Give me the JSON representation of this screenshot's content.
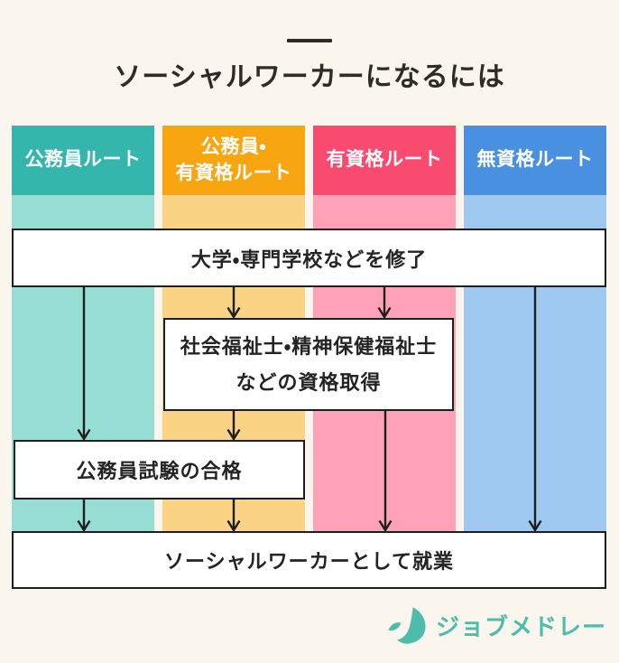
{
  "page": {
    "title": "ソーシャルワーカーになるには",
    "background_color": "#faf6ed"
  },
  "columns": [
    {
      "label": "公務員ルート",
      "header_color": "#35b6ac",
      "body_color": "#96ded3"
    },
    {
      "label": "公務員・\n有資格ルート",
      "header_color": "#f7a612",
      "body_color": "#fad384"
    },
    {
      "label": "有資格ルート",
      "header_color": "#f94a70",
      "body_color": "#ffa2b7"
    },
    {
      "label": "無資格ルート",
      "header_color": "#4a90e0",
      "body_color": "#9fc8f0"
    }
  ],
  "steps": [
    {
      "label": "大学・専門学校などを修了"
    },
    {
      "label": "社会福祉士・精神保健福祉士\nなどの資格取得"
    },
    {
      "label": "公務員試験の合格"
    },
    {
      "label": "ソーシャルワーカーとして就業"
    }
  ],
  "logo": {
    "text": "ジョブメドレー",
    "color": "#4cbcab"
  }
}
